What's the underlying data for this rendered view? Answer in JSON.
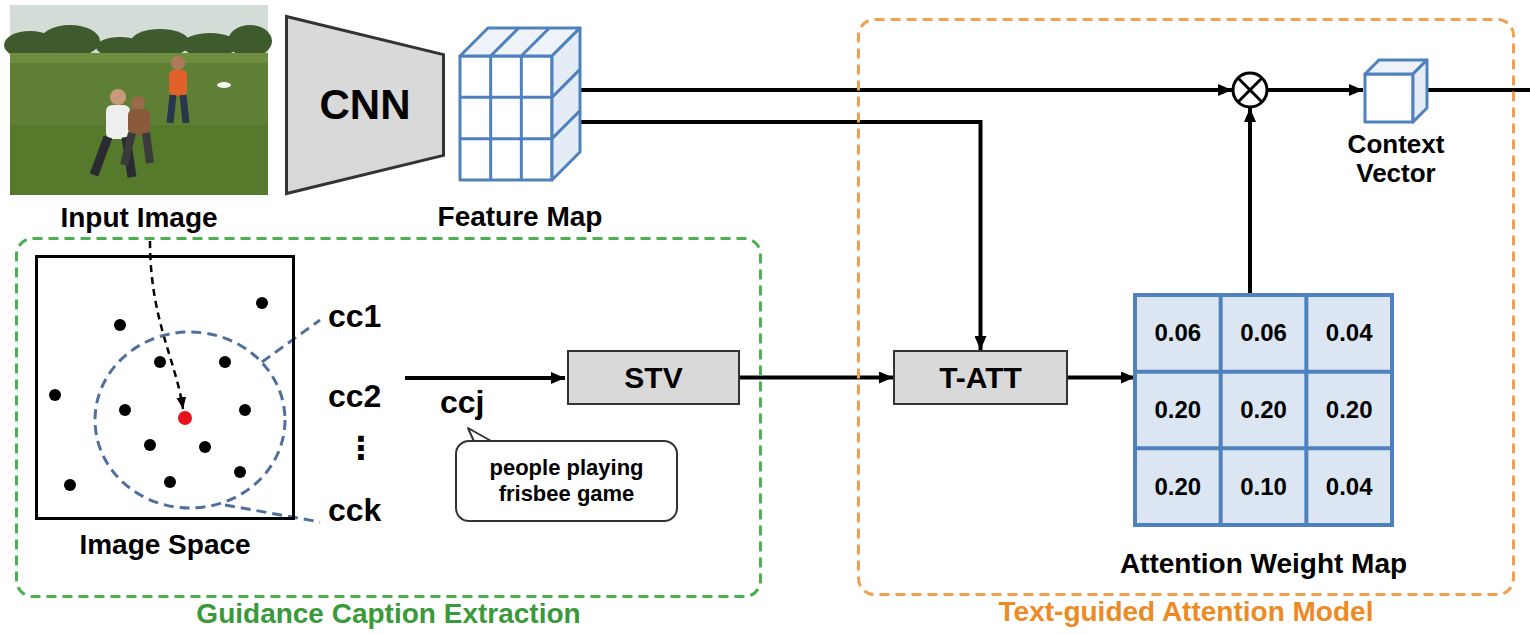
{
  "diagram": {
    "nodes": [
      {
        "text": [
          "Input Image"
        ]
      },
      {
        "text": [
          "CNN"
        ]
      },
      {
        "text": [
          "Feature Map"
        ]
      },
      {
        "text": [
          "Text-guided Attention Model"
        ]
      },
      {
        "text": [
          "Context Vector"
        ],
        "in": 3
      },
      {
        "text": [
          "T-ATT"
        ],
        "in": 3
      },
      {
        "text": [
          "Attention Weight Map"
        ],
        "in": 3
      },
      {
        "text": [
          "Guidance Caption Extraction"
        ]
      },
      {
        "text": [
          "Image Space"
        ],
        "in": 7
      },
      {
        "text": [
          "STV"
        ],
        "in": 7
      },
      {
        "text": [
          "people playing frisbee game"
        ],
        "in": 7
      }
    ],
    "edges": [
      {
        "from": 2,
        "to": 5,
        "arrow": "to"
      },
      {
        "from": 9,
        "to": 5,
        "arrow": "to"
      },
      {
        "from": 5,
        "to": 6,
        "arrow": "to"
      }
    ],
    "labels": [
      "cc1",
      "cc2",
      "⋮",
      "cck",
      "ccj",
      "0.06",
      "0.06",
      "0.04",
      "0.20",
      "0.20",
      "0.20",
      "0.20",
      "0.10",
      "0.04"
    ]
  }
}
